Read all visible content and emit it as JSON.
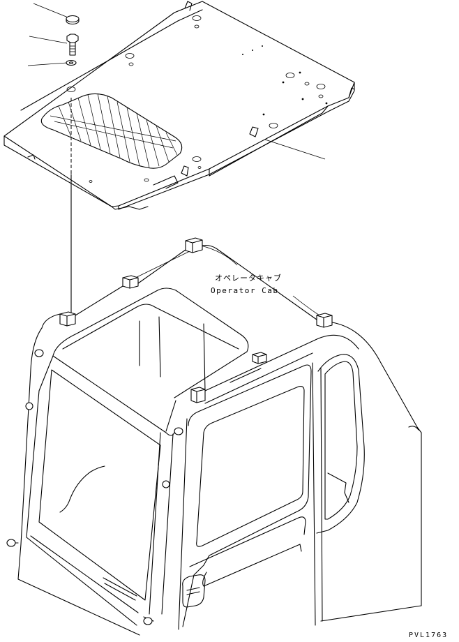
{
  "labels": {
    "cab_jp": "オペレータキャブ",
    "cab_en": "Operator Cab",
    "drawing_code": "PVL1763"
  }
}
